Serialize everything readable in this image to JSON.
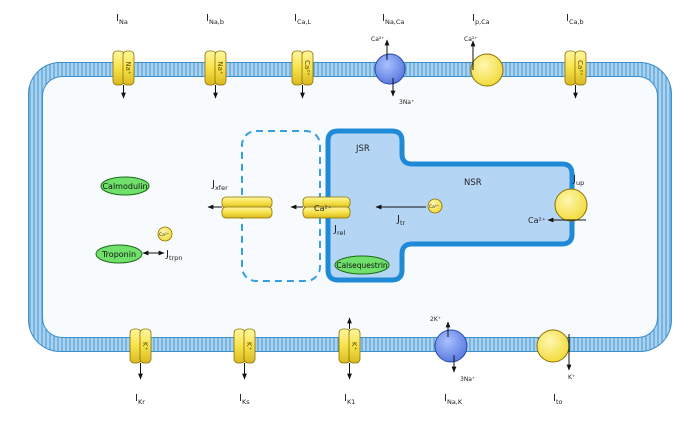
{
  "currents": {
    "na": {
      "main": "I",
      "sub": "Na"
    },
    "nab": {
      "main": "I",
      "sub": "Na,b"
    },
    "cal": {
      "main": "I",
      "sub": "Ca,L"
    },
    "naca": {
      "main": "I",
      "sub": "Na,Ca"
    },
    "pca": {
      "main": "I",
      "sub": "p,Ca"
    },
    "cab": {
      "main": "I",
      "sub": "Ca,b"
    },
    "kr": {
      "main": "I",
      "sub": "Kr"
    },
    "ks": {
      "main": "I",
      "sub": "Ks"
    },
    "k1": {
      "main": "I",
      "sub": "K1"
    },
    "nak": {
      "main": "I",
      "sub": "Na,K"
    },
    "to": {
      "main": "I",
      "sub": "to"
    }
  },
  "fluxes": {
    "xfer": {
      "main": "J",
      "sub": "xfer"
    },
    "rel": {
      "main": "J",
      "sub": "rel"
    },
    "tr": {
      "main": "J",
      "sub": "tr"
    },
    "up": {
      "main": "J",
      "sub": "up"
    },
    "trpn": {
      "main": "J",
      "sub": "trpn"
    }
  },
  "channel_labels": {
    "na": "Na⁺",
    "nab": "Na⁺",
    "cal": "Ca²⁺",
    "cab": "Ca²⁺",
    "kr": "K⁺",
    "ks": "K⁺",
    "k1": "K⁺"
  },
  "ions": {
    "naca_ca": "Ca²⁺",
    "naca_na": "3Na⁺",
    "pca_ca": "Ca²⁺",
    "nak_k": "2K⁺",
    "nak_na": "3Na⁺",
    "to_k": "K⁺",
    "up_ca": "Ca²⁺",
    "rel_ca": "Ca²⁺",
    "nsr_ca": "Ca²⁺",
    "trpn_ca": "Ca²⁺"
  },
  "regions": {
    "jsr": "JSR",
    "nsr": "NSR"
  },
  "buffers": {
    "calmodulin": "Calmodulin",
    "troponin": "Troponin",
    "calsequestrin": "Calsequestrin"
  },
  "colors": {
    "membrane": "#5aa9dd",
    "membrane_dark": "#2a7fc0",
    "cytosol": "#f5f9fd",
    "sr_fill": "#b5d5f5",
    "sr_border": "#1f8ad6",
    "channel_yellow": "#f7e24a",
    "pump_yellow": "#f7e24a",
    "exchanger_blue": "#6f8fe6",
    "buffer_green": "#6fe06a"
  }
}
